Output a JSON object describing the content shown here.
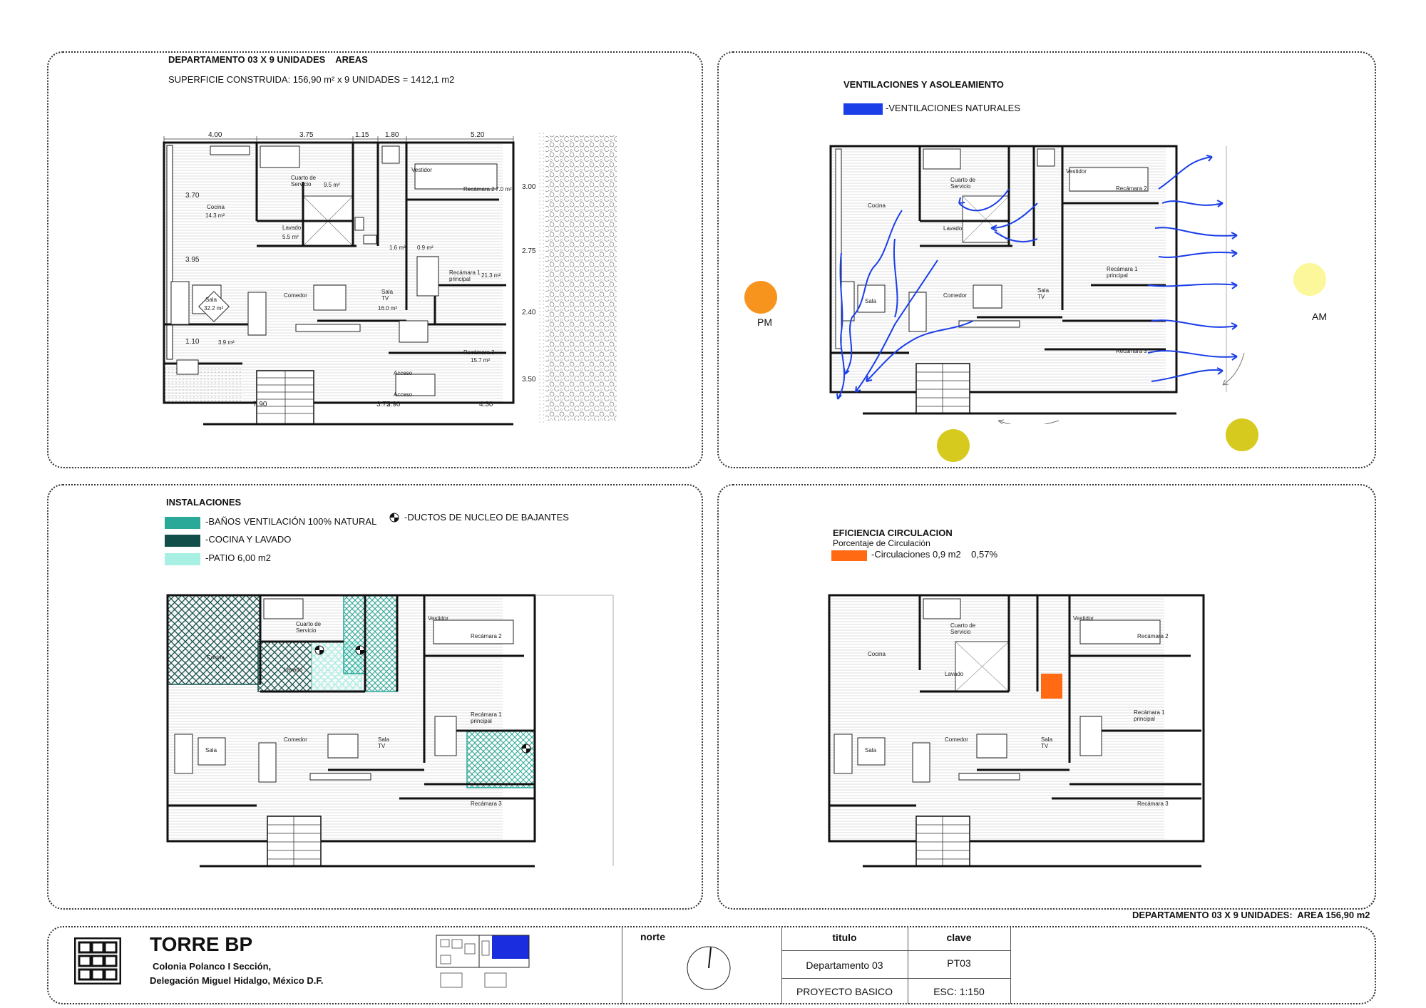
{
  "areas": {
    "title": "DEPARTAMENTO 03 X 9 UNIDADES    AREAS",
    "subtitle": "SUPERFICIE CONSTRUIDA:  156,90 m² x 9 UNIDADES = 1412,1 m2",
    "dims_top": [
      "4.00",
      "3.75",
      "1.15",
      "1.80",
      "5.20"
    ],
    "dims_left": [
      "3.70",
      "3.95",
      "1.10"
    ],
    "dims_right": [
      "3.00",
      "2.75",
      "2.40",
      "3.50"
    ],
    "dims_bottom": [
      "7.90",
      "3.75",
      "2.90",
      "4.30"
    ],
    "rooms": {
      "cuarto_servicio": "Cuarto de\nServicio",
      "cuarto_area": "9.5 m²",
      "cocina": "Cocina",
      "cocina_area": "14.3 m²",
      "lavado": "Lavado",
      "lavado_area": "5.5 m²",
      "bano_area": "1.6 m²",
      "vestidor": "Vestidor",
      "vestidor_area": "0.9 m²",
      "recamara2": "Recámara 2",
      "recamara2_area": "7.0 m²",
      "recamara1": "Recámara 1\nprincipal",
      "recamara1_area": "21.3 m²",
      "sala": "Sala",
      "sala_area": "32.2 m²",
      "comedor": "Comedor",
      "salatv": "Sala\nTV",
      "salatv_area": "16.0 m²",
      "recamara3": "Recámara 3",
      "recamara3_area": "15.7 m²",
      "terraza_area": "3.9 m²",
      "acceso": "Acceso"
    }
  },
  "ventilaciones": {
    "title": "VENTILACIONES Y ASOLEAMIENTO",
    "legend": "-VENTILACIONES NATURALES",
    "legend_color": "#1a3ee8",
    "pm": "PM",
    "am": "AM",
    "sun_pm_color": "#f7941d",
    "sun_am_color": "#fbf79a",
    "sun_low_color": "#d7ca1f"
  },
  "instalaciones": {
    "title": "INSTALACIONES",
    "legend": [
      {
        "label": "-BAÑOS VENTILACIÓN 100% NATURAL",
        "color": "#2aa898"
      },
      {
        "label": "-COCINA Y LAVADO",
        "color": "#124f4a"
      },
      {
        "label": "-PATIO  6,00 m2",
        "color": "#a8f0e4"
      }
    ],
    "ductos": "-DUCTOS DE NUCLEO DE BAJANTES"
  },
  "circulacion": {
    "title": "EFICIENCIA CIRCULACION",
    "subtitle": "Porcentaje de Circulación",
    "legend": "-Circulaciones 0,9 m2    0,57%",
    "color": "#ff6a13"
  },
  "plan_labels": {
    "cuarto_servicio": "Cuarto de\nServicio",
    "cocina": "Cocina",
    "lavado": "Lavado",
    "vestidor": "Vestidor",
    "recamara2": "Recámara 2",
    "recamara1": "Recámara 1\nprincipal",
    "sala": "Sala",
    "comedor": "Comedor",
    "salatv": "Sala\nTV",
    "recamara3": "Recámara 3"
  },
  "footer": {
    "dept_area": "DEPARTAMENTO 03 X 9 UNIDADES:  AREA 156,90 m2",
    "project": "TORRE BP",
    "address1": "Colonia Polanco I Sección,",
    "address2": "Delegación Miguel Hidalgo, México D.F.",
    "norte": "norte",
    "titulo_h": "titulo",
    "clave_h": "clave",
    "titulo_v": "Departamento 03",
    "clave_v": "PT03",
    "fase": "PROYECTO BASICO",
    "escala": "ESC: 1:150",
    "keyplan_color": "#1a2ee0"
  }
}
